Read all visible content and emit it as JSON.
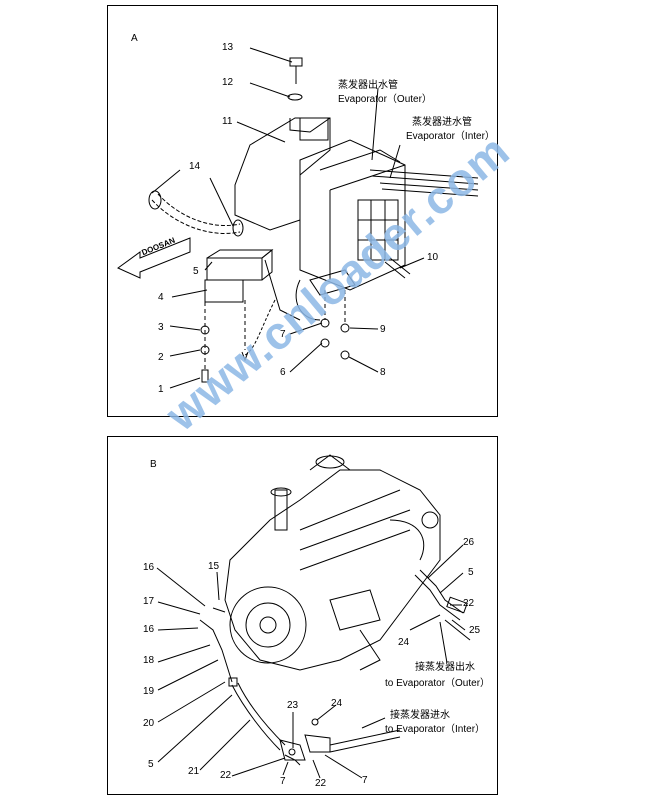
{
  "panel_a": {
    "tag": "A",
    "callouts": [
      "13",
      "12",
      "11",
      "14",
      "5",
      "4",
      "3",
      "2",
      "1",
      "7",
      "6",
      "9",
      "8",
      "10"
    ],
    "evaporator_outer": {
      "cn": "蒸发器出水管",
      "en": "Evaporator（Outer）"
    },
    "evaporator_inter": {
      "cn": "蒸发器进水管",
      "en": "Evaporator（Inter）"
    },
    "arrow_text": "DOOSAN"
  },
  "panel_b": {
    "tag": "B",
    "callouts": [
      "16",
      "15",
      "17",
      "16",
      "18",
      "19",
      "20",
      "5",
      "21",
      "22",
      "23",
      "7",
      "22",
      "24",
      "7",
      "26",
      "5",
      "22",
      "25",
      "24"
    ],
    "to_outer": {
      "cn": "接蒸发器出水",
      "en": "to Evaporator（Outer）"
    },
    "to_inter": {
      "cn": "接蒸发器进水",
      "en": "to Evaporator（Inter）"
    }
  },
  "watermark": "www.cnloader.com",
  "colors": {
    "watermark": "#8db8e6",
    "line": "#000000"
  }
}
